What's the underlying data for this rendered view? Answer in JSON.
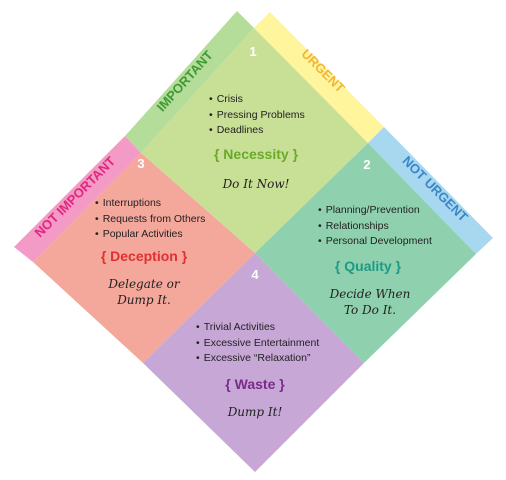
{
  "colors": {
    "urgent_band": "#fff59d",
    "important_band": "#b5dd9a",
    "not_urgent_band": "#a8d8f0",
    "not_important_band": "#f39ac6",
    "q1_fill": "#c8df96",
    "q2_fill": "#8fd1ae",
    "q3_fill": "#f4a79b",
    "q4_fill": "#c6a7d6",
    "q1_title": "#6aaa2a",
    "q2_title": "#1c9a86",
    "q3_title": "#e03030",
    "q4_title": "#7a2a88",
    "urgent_text": "#f2b53a",
    "important_text": "#3f9a35",
    "not_urgent_text": "#3a86c8",
    "not_important_text": "#e0287e"
  },
  "bands": {
    "urgent": "URGENT",
    "important": "IMPORTANT",
    "not_urgent": "NOT URGENT",
    "not_important": "NOT IMPORTANT"
  },
  "quadrants": [
    {
      "number": "1",
      "items": [
        "Crisis",
        "Pressing Problems",
        "Deadlines"
      ],
      "title": "{ Necessity }",
      "action": "Do It Now!"
    },
    {
      "number": "2",
      "items": [
        "Planning/Prevention",
        "Relationships",
        "Personal Development"
      ],
      "title": "{ Quality }",
      "action": "Decide When\nTo Do It."
    },
    {
      "number": "3",
      "items": [
        "Interruptions",
        "Requests from Others",
        "Popular Activities"
      ],
      "title": "{ Deception }",
      "action": "Delegate or\nDump It."
    },
    {
      "number": "4",
      "items": [
        "Trivial Activities",
        "Excessive Entertainment",
        "Excessive “Relaxation”"
      ],
      "title": "{ Waste }",
      "action": "Dump It!"
    }
  ]
}
